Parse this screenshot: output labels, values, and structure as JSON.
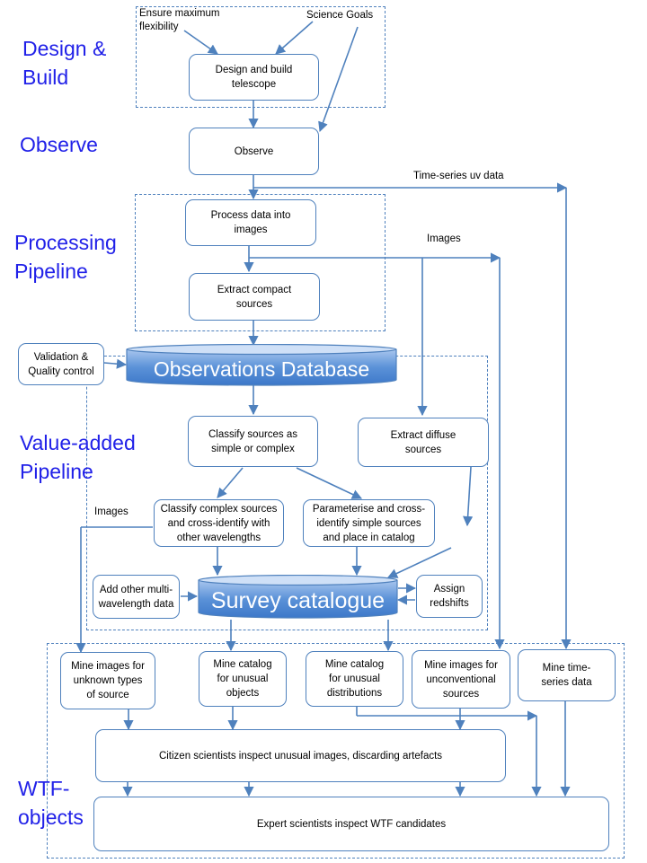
{
  "stages": {
    "design": "Design &\nBuild",
    "observe": "Observe",
    "processing": "Processing\nPipeline",
    "value_added": "Value-added\nPipeline",
    "wtf": "WTF-\nobjects"
  },
  "inputs": {
    "flexibility": "Ensure maximum\nflexibility",
    "science_goals": "Science Goals"
  },
  "boxes": {
    "design_build": "Design and build\ntelescope",
    "observe": "Observe",
    "process": "Process data into\nimages",
    "extract_compact": "Extract  compact\nsources",
    "validation": "Validation &\nQuality control",
    "classify": "Classify sources as\nsimple or complex",
    "extract_diffuse": "Extract diffuse\nsources",
    "classify_complex": "Classify complex sources\nand cross-identify with\nother wavelengths",
    "parameterise": "Parameterise and cross-\nidentify simple sources\nand place in catalog",
    "add_multi": "Add other multi-\nwavelength data",
    "assign_redshifts": "Assign\nredshifts",
    "mine_images_unknown": "Mine images for\nunknown types\nof source",
    "mine_catalog_objects": "Mine catalog\nfor unusual\nobjects",
    "mine_catalog_distributions": "Mine catalog\nfor unusual\ndistributions",
    "mine_images_unconventional": "Mine images for\nunconventional\nsources",
    "mine_time_series": "Mine time-\nseries data",
    "citizen": "Citizen scientists inspect unusual images, discarding artefacts",
    "expert": "Expert scientists inspect WTF candidates"
  },
  "databases": {
    "observations": "Observations Database",
    "survey": "Survey catalogue"
  },
  "edge_labels": {
    "time_series_uv": "Time-series uv data",
    "images_top": "Images",
    "images_left": "Images"
  },
  "colors": {
    "line": "#4f81bd",
    "stage_text": "#2121e8",
    "db_light": "#a9c6ee",
    "db_dark": "#3d78c9"
  }
}
